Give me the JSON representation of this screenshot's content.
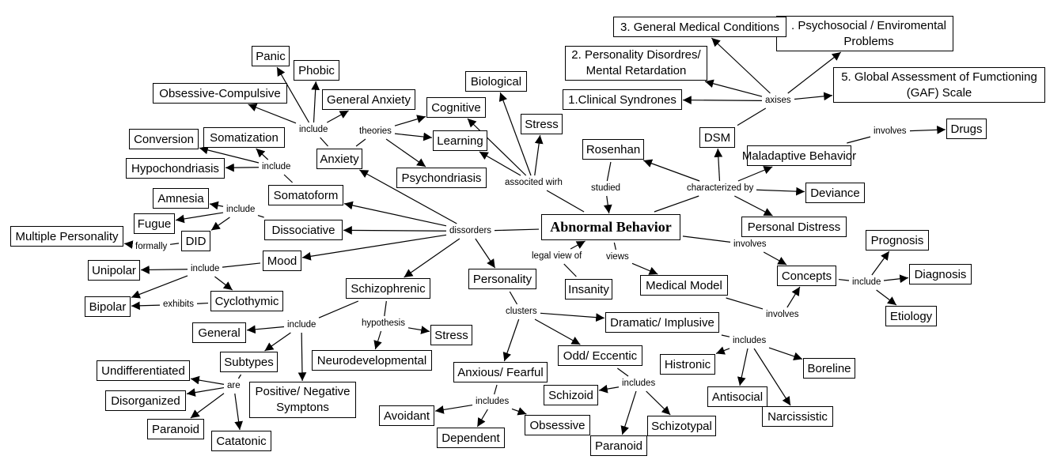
{
  "title": "Abnormal Behavior",
  "nodes": {
    "root": "Abnormal Behavior",
    "anxiety": "Anxiety",
    "panic": "Panic",
    "phobic": "Phobic",
    "ocd": "Obsessive-Compulsive",
    "general_anxiety": "General Anxiety",
    "somatoform": "Somatoform",
    "conversion": "Conversion",
    "somatization": "Somatization",
    "hypochondriasis": "Hypochondriasis",
    "dissociative": "Dissociative",
    "amnesia": "Amnesia",
    "fugue": "Fugue",
    "did": "DID",
    "multiple_personality": "Multiple Personality",
    "mood": "Mood",
    "unipolar": "Unipolar",
    "bipolar": "Bipolar",
    "cyclothymic": "Cyclothymic",
    "schizophrenic": "Schizophrenic",
    "general": "General",
    "subtypes": "Subtypes",
    "pos_neg": "Positive/ Negative Symptons",
    "neurodevelopmental": "Neurodevelopmental",
    "stress_schizo": "Stress",
    "undifferentiated": "Undifferentiated",
    "disorganized": "Disorganized",
    "paranoid_schizo": "Paranoid",
    "catatonic": "Catatonic",
    "personality": "Personality",
    "anxious_fearful": "Anxious/ Fearful",
    "avoidant": "Avoidant",
    "dependent": "Dependent",
    "obsessive": "Obsessive",
    "odd_eccentic": "Odd/ Eccentic",
    "schizoid": "Schizoid",
    "paranoid_pers": "Paranoid",
    "schizotypal": "Schizotypal",
    "dramatic": "Dramatic/ Implusive",
    "histronic": "Histronic",
    "antisocial": "Antisocial",
    "narcissistic": "Narcissistic",
    "boreline": "Boreline",
    "cognitive": "Cognitive",
    "learning": "Learning",
    "psychondriasis": "Psychondriasis",
    "biological": "Biological",
    "stress_top": "Stress",
    "rosenhan": "Rosenhan",
    "dsm": "DSM",
    "axis1": "1.Clinical Syndrones",
    "axis2": "2. Personality Disordres/ Mental Retardation",
    "axis3": "3. General Medical Conditions",
    "axis4": ". Psychosocial / Enviromental Problems",
    "axis5": "5. Global Assessment of Fumctioning (GAF) Scale",
    "maladaptive": "Maladaptive Behavior",
    "drugs": "Drugs",
    "deviance": "Deviance",
    "personal_distress": "Personal Distress",
    "insanity": "Insanity",
    "medical_model": "Medical Model",
    "concepts": "Concepts",
    "prognosis": "Prognosis",
    "diagnosis": "Diagnosis",
    "etiology": "Etiology"
  },
  "links": {
    "include_anxiety": "include",
    "theories": "theories",
    "include_somatoform": "include",
    "include_dissociative": "include",
    "formally": "formally",
    "include_mood": "include",
    "exhibits": "exhibits",
    "include_schizo": "include",
    "hypothesis": "hypothesis",
    "are": "are",
    "dissorders": "dissorders",
    "clusters": "clusters",
    "includes_anxious": "includes",
    "includes_odd": "includes",
    "includes_dramatic": "includes",
    "associted_with": "associted wirh",
    "studied": "studied",
    "characterized_by": "characterized by",
    "axises": "axises",
    "involves_drugs": "involves",
    "legal_view_of": "legal view of",
    "views": "views",
    "involves_concepts": "involves",
    "involves_medical": "involves",
    "include_concepts": "include"
  }
}
